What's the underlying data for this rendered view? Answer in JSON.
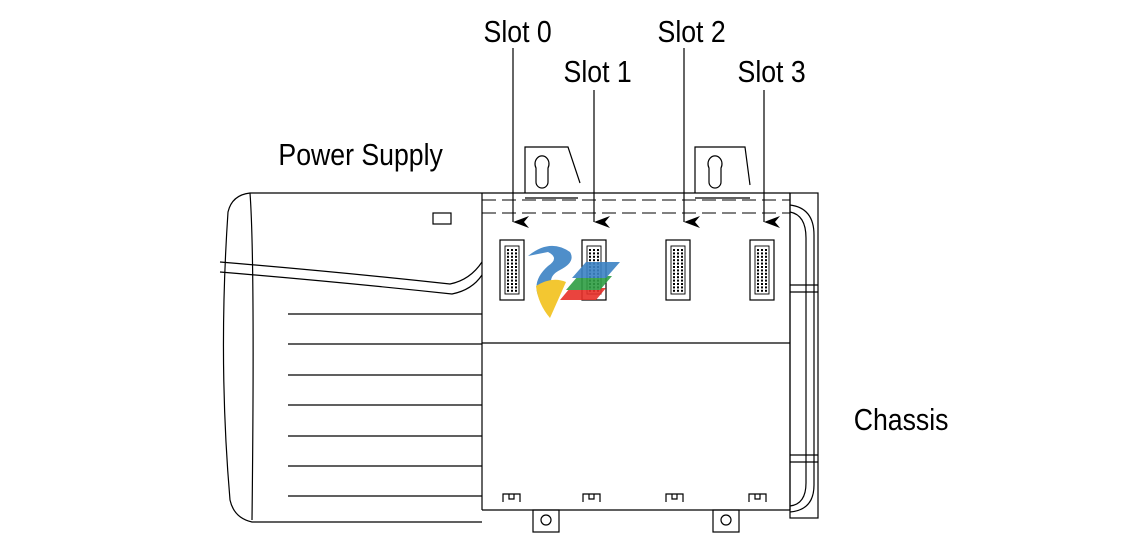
{
  "labels": {
    "power_supply": "Power Supply",
    "chassis": "Chassis",
    "slots": [
      "Slot 0",
      "Slot 1",
      "Slot 2",
      "Slot 3"
    ]
  },
  "colors": {
    "line": "#000000",
    "background": "#ffffff",
    "logo": [
      "#e8302a",
      "#2f9e44",
      "#3b82c4",
      "#f2c21b"
    ]
  }
}
